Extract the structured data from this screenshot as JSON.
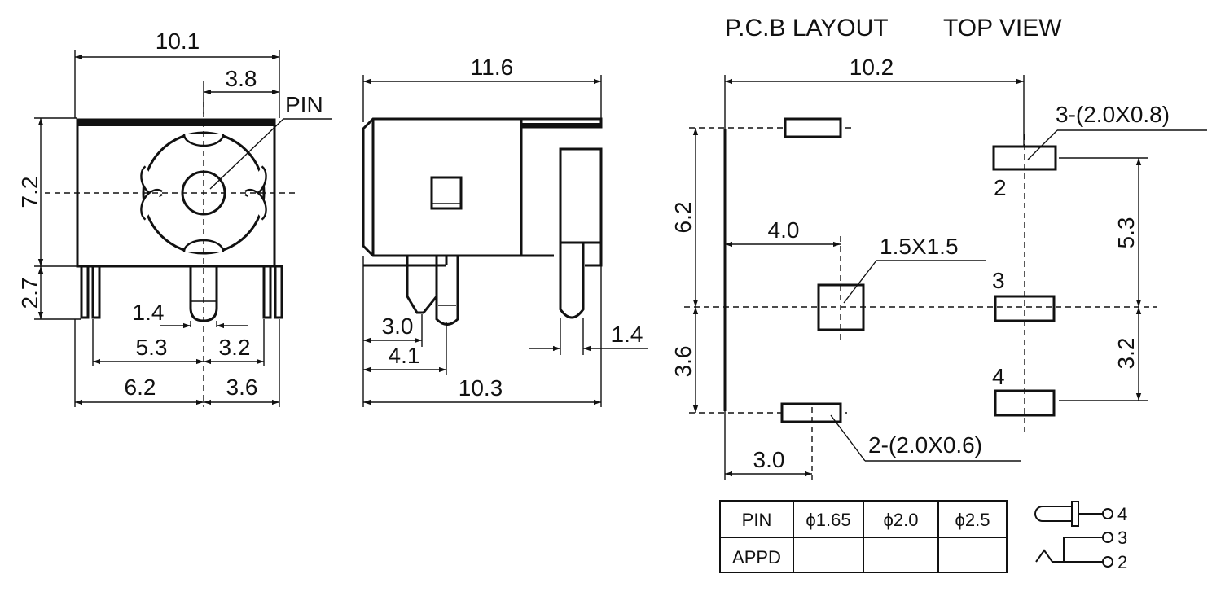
{
  "titles": {
    "pcb_layout": "P.C.B LAYOUT",
    "top_view": "TOP VIEW"
  },
  "front_view": {
    "width_total": "10.1",
    "pin_offset": "3.8",
    "pin_label": "PIN",
    "height_upper": "7.2",
    "height_lower": "2.7",
    "pin_width": "1.4",
    "span_left_inner": "5.3",
    "span_right_inner": "3.2",
    "span_left_outer": "6.2",
    "span_right_outer": "3.6"
  },
  "side_view": {
    "length_total": "11.6",
    "pin_dist_a": "3.0",
    "pin_dist_b": "4.1",
    "length_bottom": "10.3",
    "pin_width": "1.4"
  },
  "pcb_layout": {
    "width_total": "10.2",
    "pad_note_3": "3-(2.0X0.8)",
    "pad_note_2": "2-(2.0X0.6)",
    "square_pad": "1.5X1.5",
    "height_upper": "6.2",
    "height_lower": "3.6",
    "right_upper": "5.3",
    "right_lower": "3.2",
    "offset_square": "4.0",
    "offset_bottom": "3.0",
    "pin_2": "2",
    "pin_3": "3",
    "pin_4": "4"
  },
  "pin_table": {
    "headers": [
      "PIN",
      "ϕ1.65",
      "ϕ2.0",
      "ϕ2.5"
    ],
    "row_label": "APPD",
    "row_values": [
      "",
      "",
      ""
    ]
  },
  "schematic": {
    "labels": [
      "4",
      "3",
      "2"
    ]
  }
}
